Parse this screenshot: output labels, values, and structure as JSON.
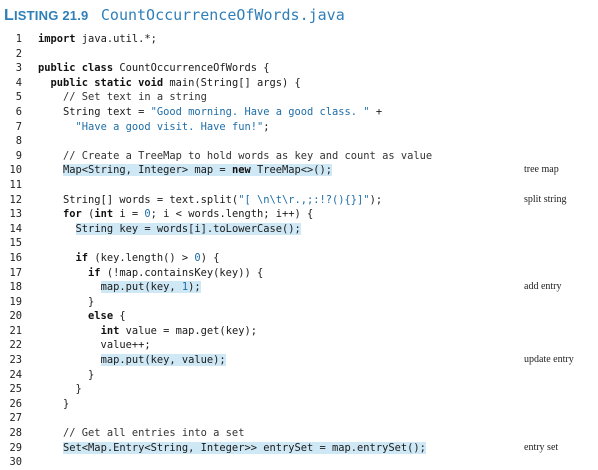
{
  "listing": {
    "label_prefix": "L",
    "label_rest": "ISTING",
    "number": "21.9",
    "title": "CountOccurrenceOfWords.java"
  },
  "lines": [
    {
      "n": "1",
      "parts": [
        {
          "t": "import",
          "c": "kw"
        },
        {
          "t": " java.util.*;"
        }
      ]
    },
    {
      "n": "2",
      "parts": []
    },
    {
      "n": "3",
      "parts": [
        {
          "t": "public class",
          "c": "kw"
        },
        {
          "t": " CountOccurrenceOfWords {"
        }
      ]
    },
    {
      "n": "4",
      "parts": [
        {
          "t": "  "
        },
        {
          "t": "public static void",
          "c": "kw"
        },
        {
          "t": " main(String[] args) {"
        }
      ]
    },
    {
      "n": "5",
      "parts": [
        {
          "t": "    "
        },
        {
          "t": "// Set text in a string",
          "c": "cmt"
        }
      ]
    },
    {
      "n": "6",
      "parts": [
        {
          "t": "    String text = "
        },
        {
          "t": "\"Good morning. Have a good class. \"",
          "c": "str"
        },
        {
          "t": " +"
        }
      ]
    },
    {
      "n": "7",
      "parts": [
        {
          "t": "      "
        },
        {
          "t": "\"Have a good visit. Have fun!\"",
          "c": "str"
        },
        {
          "t": ";"
        }
      ]
    },
    {
      "n": "8",
      "parts": []
    },
    {
      "n": "9",
      "parts": [
        {
          "t": "    "
        },
        {
          "t": "// Create a TreeMap to hold words as key and count as value",
          "c": "cmt"
        }
      ]
    },
    {
      "n": "10",
      "hl": true,
      "note": "tree map",
      "parts": [
        {
          "t": "    Map<String, Integer> map = "
        },
        {
          "t": "new",
          "c": "kw"
        },
        {
          "t": " TreeMap<>();"
        }
      ]
    },
    {
      "n": "11",
      "parts": []
    },
    {
      "n": "12",
      "note": "split string",
      "parts": [
        {
          "t": "    String[] words = text.split("
        },
        {
          "t": "\"[ \\n\\t\\r.,;:!?(){}]\"",
          "c": "str"
        },
        {
          "t": ");"
        }
      ]
    },
    {
      "n": "13",
      "parts": [
        {
          "t": "    "
        },
        {
          "t": "for",
          "c": "kw"
        },
        {
          "t": " ("
        },
        {
          "t": "int",
          "c": "kw"
        },
        {
          "t": " i = "
        },
        {
          "t": "0",
          "c": "num"
        },
        {
          "t": "; i < words.length; i++) {"
        }
      ]
    },
    {
      "n": "14",
      "hl": true,
      "parts": [
        {
          "t": "      String key = words[i].toLowerCase();"
        }
      ]
    },
    {
      "n": "15",
      "parts": []
    },
    {
      "n": "16",
      "parts": [
        {
          "t": "      "
        },
        {
          "t": "if",
          "c": "kw"
        },
        {
          "t": " (key.length() > "
        },
        {
          "t": "0",
          "c": "num"
        },
        {
          "t": ") {"
        }
      ]
    },
    {
      "n": "17",
      "parts": [
        {
          "t": "        "
        },
        {
          "t": "if",
          "c": "kw"
        },
        {
          "t": " (!map.containsKey(key)) {"
        }
      ]
    },
    {
      "n": "18",
      "hl": true,
      "note": "add entry",
      "parts": [
        {
          "t": "          map.put(key, "
        },
        {
          "t": "1",
          "c": "num"
        },
        {
          "t": ");"
        }
      ]
    },
    {
      "n": "19",
      "parts": [
        {
          "t": "        }"
        }
      ]
    },
    {
      "n": "20",
      "parts": [
        {
          "t": "        "
        },
        {
          "t": "else",
          "c": "kw"
        },
        {
          "t": " {"
        }
      ]
    },
    {
      "n": "21",
      "parts": [
        {
          "t": "          "
        },
        {
          "t": "int",
          "c": "kw"
        },
        {
          "t": " value = map.get(key);"
        }
      ]
    },
    {
      "n": "22",
      "parts": [
        {
          "t": "          value++;"
        }
      ]
    },
    {
      "n": "23",
      "hl": true,
      "note": "update entry",
      "parts": [
        {
          "t": "          map.put(key, value);"
        }
      ]
    },
    {
      "n": "24",
      "parts": [
        {
          "t": "        }"
        }
      ]
    },
    {
      "n": "25",
      "parts": [
        {
          "t": "      }"
        }
      ]
    },
    {
      "n": "26",
      "parts": [
        {
          "t": "    }"
        }
      ]
    },
    {
      "n": "27",
      "parts": []
    },
    {
      "n": "28",
      "parts": [
        {
          "t": "    "
        },
        {
          "t": "// Get all entries into a set",
          "c": "cmt"
        }
      ]
    },
    {
      "n": "29",
      "hl": true,
      "note": "entry set",
      "parts": [
        {
          "t": "    Set<Map.Entry<String, Integer>> entrySet = map.entrySet();"
        }
      ]
    },
    {
      "n": "30",
      "parts": []
    }
  ]
}
